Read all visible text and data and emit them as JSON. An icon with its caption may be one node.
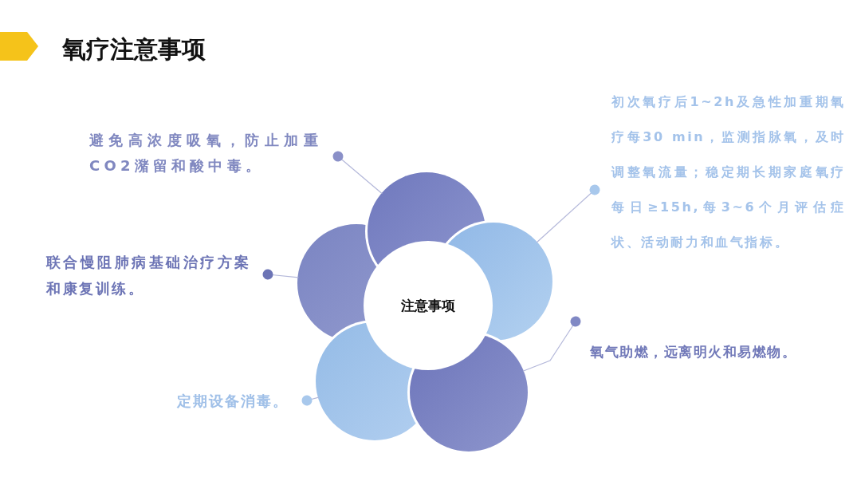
{
  "diagram": {
    "title": "氧疗注意事项",
    "nodes": [
      {
        "text": [
          "注意事项"
        ]
      },
      {
        "text": [],
        "shape": "circle"
      },
      {
        "text": [],
        "shape": "circle"
      },
      {
        "text": [],
        "shape": "circle"
      },
      {
        "text": [],
        "shape": "circle"
      },
      {
        "text": [],
        "shape": "circle"
      },
      {
        "text": [
          "避免高浓度吸氧，防止加重CO2潴留和酸中毒。"
        ]
      },
      {
        "text": [
          "初次氧疗后1~2h及急性加重期氧疗每30 min，监测指脉氧，及时调整氧流量；稳定期长期家庭氧疗每日≥15h,每3~6个月评估症状、活动耐力和血气指标。"
        ]
      },
      {
        "text": [
          "联合慢阻肺病基础治疗方案和康复训练。"
        ]
      },
      {
        "text": [
          "定期设备消毒。"
        ]
      },
      {
        "text": [
          "氧气助燃，远离明火和易燃物。"
        ]
      }
    ],
    "edges": [
      {
        "from": 1,
        "to": 6,
        "arrow": "other"
      },
      {
        "from": 2,
        "to": 7,
        "arrow": "other"
      },
      {
        "from": 3,
        "to": 8,
        "arrow": "other"
      },
      {
        "from": 4,
        "to": 9,
        "arrow": "other"
      },
      {
        "from": 5,
        "to": 10,
        "arrow": "other"
      }
    ]
  }
}
